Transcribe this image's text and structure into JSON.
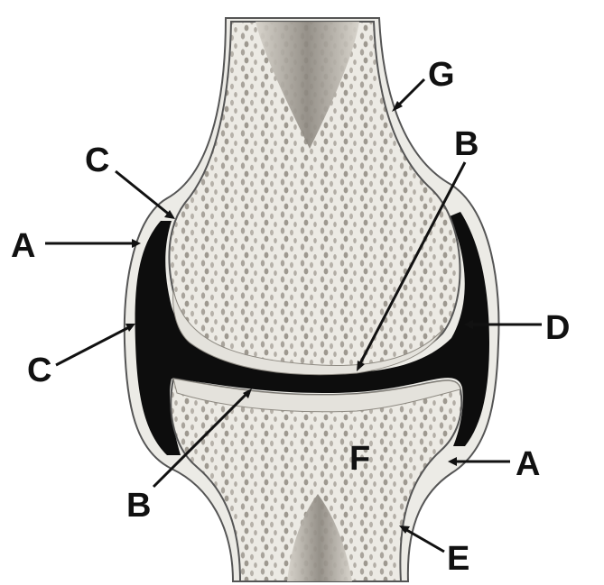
{
  "labels": {
    "a_upper": "A",
    "a_lower": "A",
    "b_upper": "B",
    "b_lower": "B",
    "c_upper": "C",
    "c_lower": "C",
    "d": "D",
    "e": "E",
    "f": "F",
    "g": "G"
  },
  "colors": {
    "background": "#ffffff",
    "bone": "#ece9e2",
    "cartilage": "#e4e2dc",
    "joint_cavity": "#0d0d0d",
    "label": "#111111"
  }
}
